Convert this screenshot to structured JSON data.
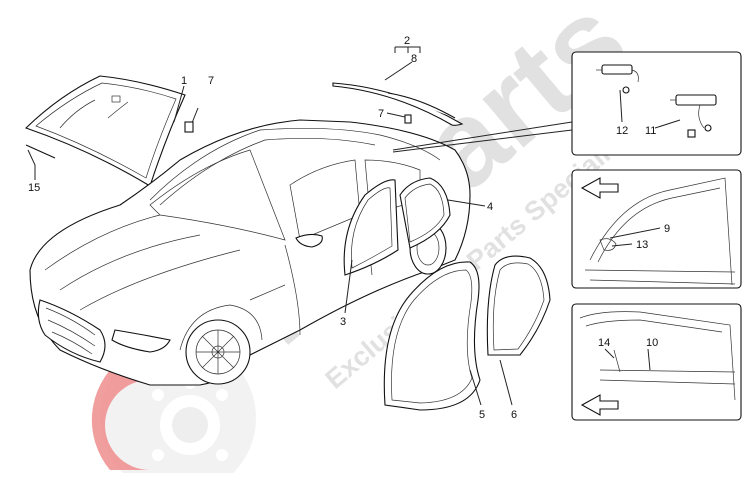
{
  "diagram": {
    "callouts": [
      {
        "id": "1",
        "label": "1"
      },
      {
        "id": "2",
        "label": "2"
      },
      {
        "id": "3",
        "label": "3"
      },
      {
        "id": "4",
        "label": "4"
      },
      {
        "id": "5",
        "label": "5"
      },
      {
        "id": "6",
        "label": "6"
      },
      {
        "id": "7a",
        "label": "7"
      },
      {
        "id": "7b",
        "label": "7"
      },
      {
        "id": "8",
        "label": "8"
      },
      {
        "id": "9",
        "label": "9"
      },
      {
        "id": "10",
        "label": "10"
      },
      {
        "id": "11",
        "label": "11"
      },
      {
        "id": "12",
        "label": "12"
      },
      {
        "id": "13",
        "label": "13"
      },
      {
        "id": "14",
        "label": "14"
      },
      {
        "id": "15",
        "label": "15"
      }
    ]
  },
  "watermark": {
    "brand": "Maparts",
    "tagline": "Exclusive Car Parts Specialist",
    "colors": {
      "red": "#e23b3b",
      "gray": "#c8c8c8"
    }
  }
}
